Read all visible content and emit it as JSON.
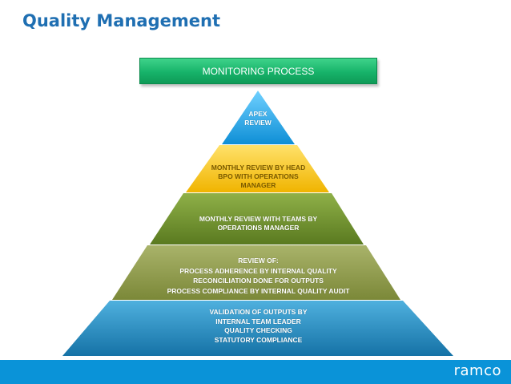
{
  "title": "Quality Management",
  "monitoring_box": {
    "label": "MONITORING PROCESS"
  },
  "pyramid": {
    "tiers": [
      {
        "lines": [
          "APEX",
          "REVIEW"
        ],
        "color": "#1aa3e8"
      },
      {
        "lines": [
          "MONTHLY REVIEW BY HEAD",
          "BPO WITH OPERATIONS",
          "MANAGER"
        ],
        "color": "#f5c518"
      },
      {
        "lines": [
          "MONTHLY REVIEW WITH TEAMS BY",
          "OPERATIONS MANAGER"
        ],
        "color": "#6f8f2c"
      },
      {
        "lines": [
          "REVIEW OF:",
          "PROCESS ADHERENCE BY INTERNAL QUALITY",
          "RECONCILIATION DONE FOR OUTPUTS",
          "PROCESS COMPLIANCE BY INTERNAL QUALITY AUDIT"
        ],
        "color": "#8f9a4c"
      },
      {
        "lines": [
          "VALIDATION OF OUTPUTS BY",
          "INTERNAL TEAM LEADER",
          "QUALITY CHECKING",
          "STATUTORY COMPLIANCE"
        ],
        "color": "#2a8fc0"
      }
    ]
  },
  "footer": {
    "logo_text": "ramco",
    "color": "#0a93d8"
  }
}
